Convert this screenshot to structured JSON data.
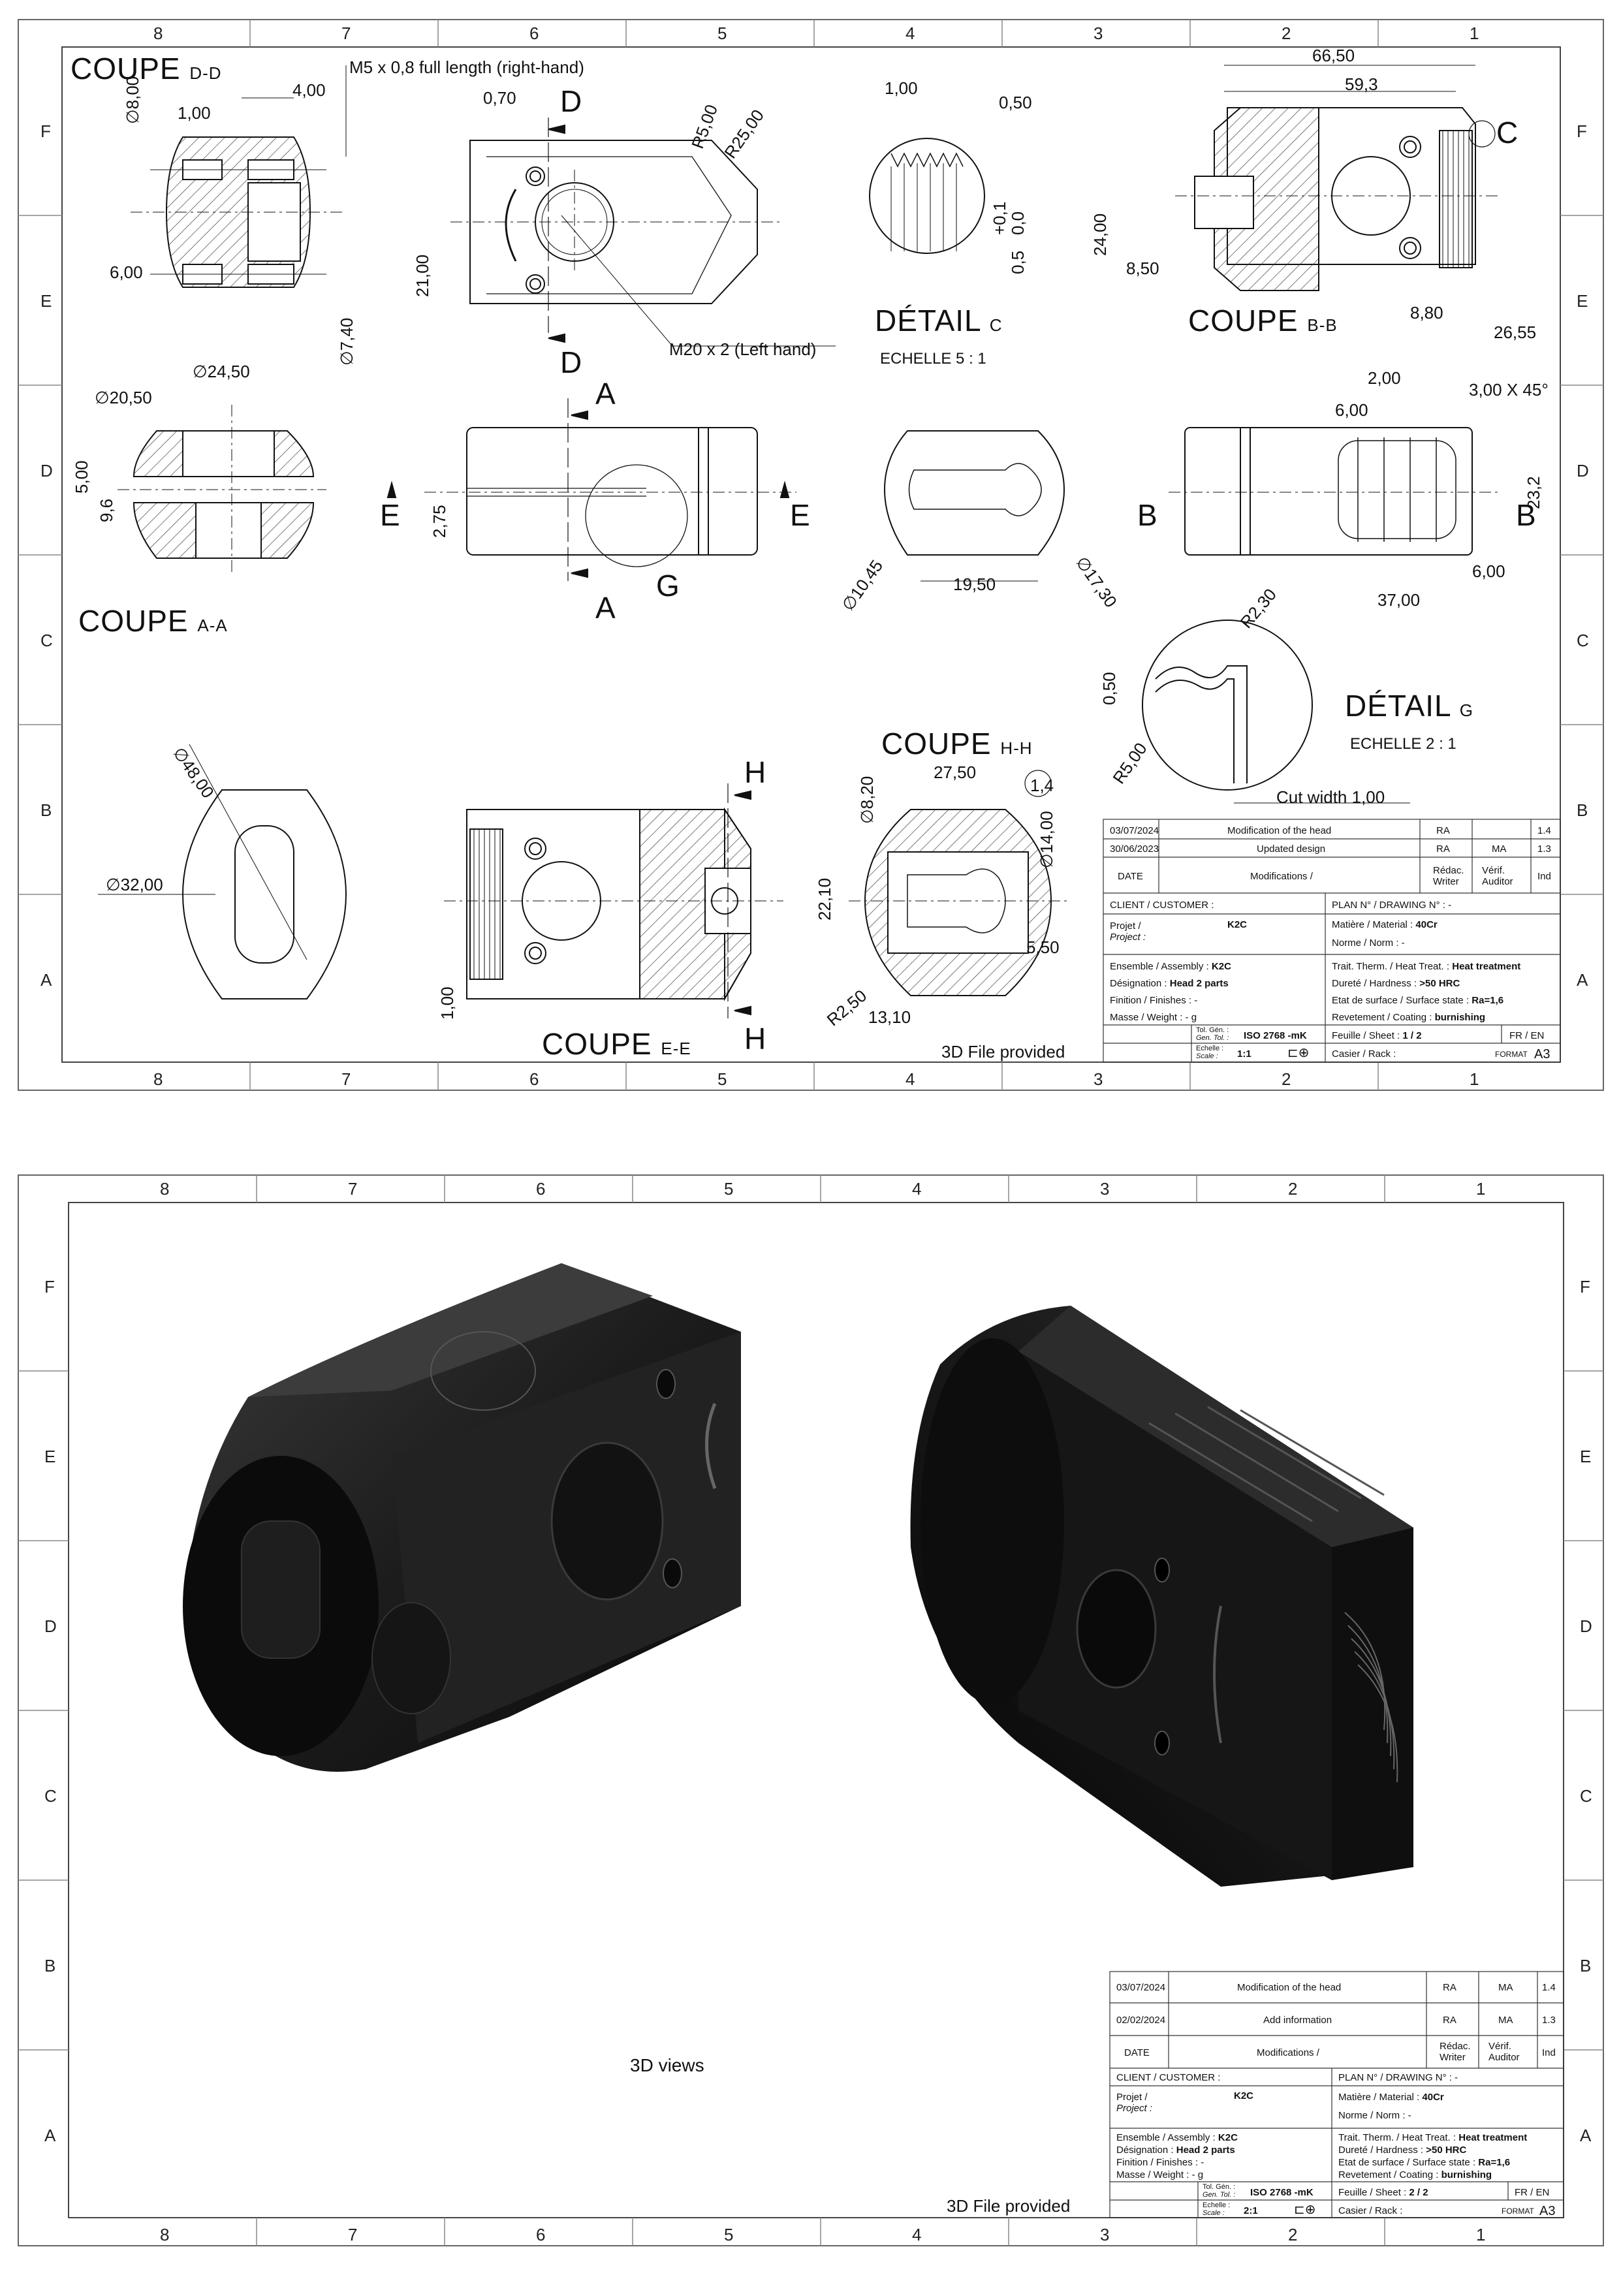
{
  "zones": {
    "columns": [
      "8",
      "7",
      "6",
      "5",
      "4",
      "3",
      "2",
      "1"
    ],
    "rows": [
      "F",
      "E",
      "D",
      "C",
      "B",
      "A"
    ]
  },
  "sheet1": {
    "sections": {
      "dd": {
        "title": "COUPE",
        "sub": "D-D"
      },
      "bb": {
        "title": "COUPE",
        "sub": "B-B"
      },
      "aa": {
        "title": "COUPE",
        "sub": "A-A"
      },
      "ee": {
        "title": "COUPE",
        "sub": "E-E"
      },
      "hh": {
        "title": "COUPE",
        "sub": "H-H"
      }
    },
    "details": {
      "c": {
        "title": "DÉTAIL",
        "sub": "C",
        "scale": "ECHELLE  5 : 1"
      },
      "g": {
        "title": "DÉTAIL",
        "sub": "G",
        "scale": "ECHELLE  2 : 1"
      }
    },
    "cut_letters": {
      "d": "D",
      "a": "A",
      "e": "E",
      "b": "B",
      "h": "H",
      "c": "C",
      "g": "G"
    },
    "dims": {
      "m5": "M5 x 0,8 full length (right-hand)",
      "m20": "M20 x 2 (Left hand)",
      "d8": "∅8,00",
      "d100a": "1,00",
      "d400": "4,00",
      "d600a": "6,00",
      "d740": "∅7,40",
      "d070": "0,70",
      "r500": "R5,00",
      "r2500": "R25,00",
      "d2100": "21,00",
      "c100": "1,00",
      "c050": "0,50",
      "c01": "+0,1",
      "c00": "0,0",
      "c05": "0,5",
      "d6650": "66,50",
      "d593": "59,3",
      "d2400": "24,00",
      "d850": "8,50",
      "d880": "8,80",
      "d2655": "26,55",
      "d2450": "∅24,50",
      "d2050": "∅20,50",
      "d500b": "5,00",
      "d96": "9,6",
      "d275": "2,75",
      "d1045": "∅10,45",
      "d1950": "19,50",
      "d1730": "∅17,30",
      "d200": "2,00",
      "d300": "3,00 X 45°",
      "d600b": "6,00",
      "d232": "23,2",
      "d600c": "6,00",
      "d3700": "37,00",
      "g050": "0,50",
      "g230": "R2,30",
      "g500": "R5,00",
      "gcut": "Cut width 1,00",
      "d4800": "∅48,00",
      "d3200": "∅32,00",
      "d100e": "1,00",
      "h2750": "27,50",
      "h14": "1,4",
      "h820": "∅8,20",
      "h1400": "∅14,00",
      "h2210": "22,10",
      "h550": "5,50",
      "h250": "R2,50",
      "h1310": "13,10"
    },
    "note": "3D File provided",
    "title_block": {
      "rev1": {
        "date": "03/07/2024",
        "desc": "Modification of the head",
        "writer": "RA",
        "auditor": "",
        "ind": "1.4"
      },
      "rev2": {
        "date": "30/06/2023",
        "desc": "Updated design",
        "writer": "RA",
        "auditor": "MA",
        "ind": "1.3"
      },
      "sheet": "1 / 2",
      "scale": "1:1"
    }
  },
  "sheet2": {
    "caption": "3D views",
    "note": "3D File provided",
    "title_block": {
      "rev1": {
        "date": "03/07/2024",
        "desc": "Modification of the head",
        "writer": "RA",
        "auditor": "MA",
        "ind": "1.4"
      },
      "rev2": {
        "date": "02/02/2024",
        "desc": "Add information",
        "writer": "RA",
        "auditor": "MA",
        "ind": "1.3"
      },
      "sheet": "2 / 2",
      "scale": "2:1"
    }
  },
  "tb_common": {
    "h_date": "DATE",
    "h_mods": "Modifications /",
    "h_writer_fr": "Rédac.",
    "h_writer_en": "Writer",
    "h_aud_fr": "Vérif.",
    "h_aud_en": "Auditor",
    "h_ind": "Ind",
    "client": "CLIENT / CUSTOMER :",
    "plan": "PLAN N° / DRAWING N° :  -",
    "projet_lbl": "Projet /",
    "project_lbl": "Project :",
    "projet": "K2C",
    "matiere": "Matière / Material :",
    "matiere_val": "40Cr",
    "norme": "Norme / Norm :  -",
    "ensemble": "Ensemble / Assembly :",
    "ensemble_val": "K2C",
    "designation": "Désignation :",
    "designation_val": "Head 2 parts",
    "finition": "Finition / Finishes :  -",
    "masse": "Masse / Weight :  - g",
    "trait": "Trait. Therm. / Heat Treat. :",
    "trait_val": "Heat treatment",
    "durete": "Dureté / Hardness :",
    "durete_val": ">50 HRC",
    "etat": "Etat de surface / Surface state :",
    "etat_val": "Ra=1,6",
    "revet": "Revetement / Coating :",
    "revet_val": "burnishing",
    "tol_lbl1": "Tol. Gén. :",
    "tol_lbl2": "Gen. Tol. :",
    "tol": "ISO 2768 -mK",
    "ech_lbl1": "Echelle :",
    "ech_lbl2": "Scale :",
    "feuille": "Feuille / Sheet :",
    "lang": "FR / EN",
    "casier": "Casier / Rack :",
    "format": "FORMAT",
    "format_val": "A3"
  }
}
